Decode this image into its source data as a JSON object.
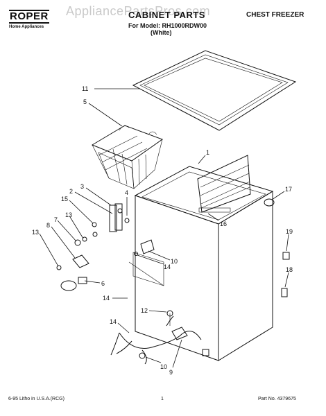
{
  "header": {
    "logo_brand": "ROPER",
    "logo_sub": "Home Appliances",
    "title": "CABINET PARTS",
    "subtitle": "For Model: RH1000RDW00",
    "variant": "(White)",
    "category": "CHEST FREEZER",
    "watermark": "AppliancePartsPros.com"
  },
  "callouts": {
    "c11": "11",
    "c5": "5",
    "c1": "1",
    "c3": "3",
    "c4": "4",
    "c2": "2",
    "c15": "15",
    "c17": "17",
    "c7": "7",
    "c8": "8",
    "c13a": "13",
    "c13b": "13",
    "c16": "16",
    "c19": "19",
    "c10a": "10",
    "c14a": "14",
    "c18": "18",
    "c6": "6",
    "c14b": "14",
    "c12": "12",
    "c14c": "14",
    "c10b": "10",
    "c9": "9"
  },
  "footer": {
    "left": "6-95 Litho in U.S.A.(RCG)",
    "center": "1",
    "right": "Part No. 4379675"
  }
}
